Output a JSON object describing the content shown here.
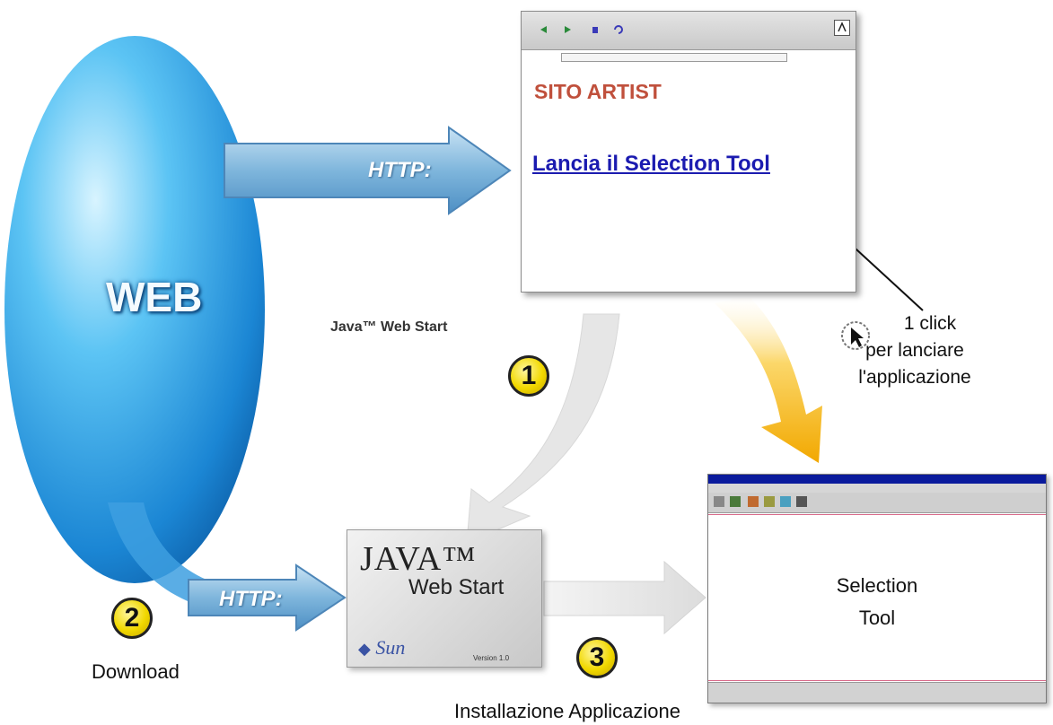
{
  "web_label": "WEB",
  "http_top": "HTTP:",
  "http_bottom": "HTTP:",
  "browser": {
    "site_title": "SITO ARTIST",
    "launch_link": "Lancia il Selection Tool"
  },
  "jws_caption": "Java™ Web Start",
  "step1": {
    "number": "1"
  },
  "step2": {
    "number": "2",
    "label": "Download"
  },
  "step3": {
    "number": "3",
    "label": "Installazione Applicazione"
  },
  "click_note": {
    "line1": "1 click",
    "line2": "per lanciare",
    "line3": "l'applicazione"
  },
  "jws_box": {
    "java": "JAVA™",
    "web_start": "Web Start",
    "sun": "Sun",
    "version": "Version 1.0"
  },
  "selection_tool": {
    "line1": "Selection",
    "line2": "Tool"
  },
  "colors": {
    "web_blue": "#3aa8e8",
    "badge_yellow": "#f1d800",
    "link_blue": "#1b1bb0",
    "title_red": "#c0503c",
    "arrow_yellow": "#f5b800"
  }
}
